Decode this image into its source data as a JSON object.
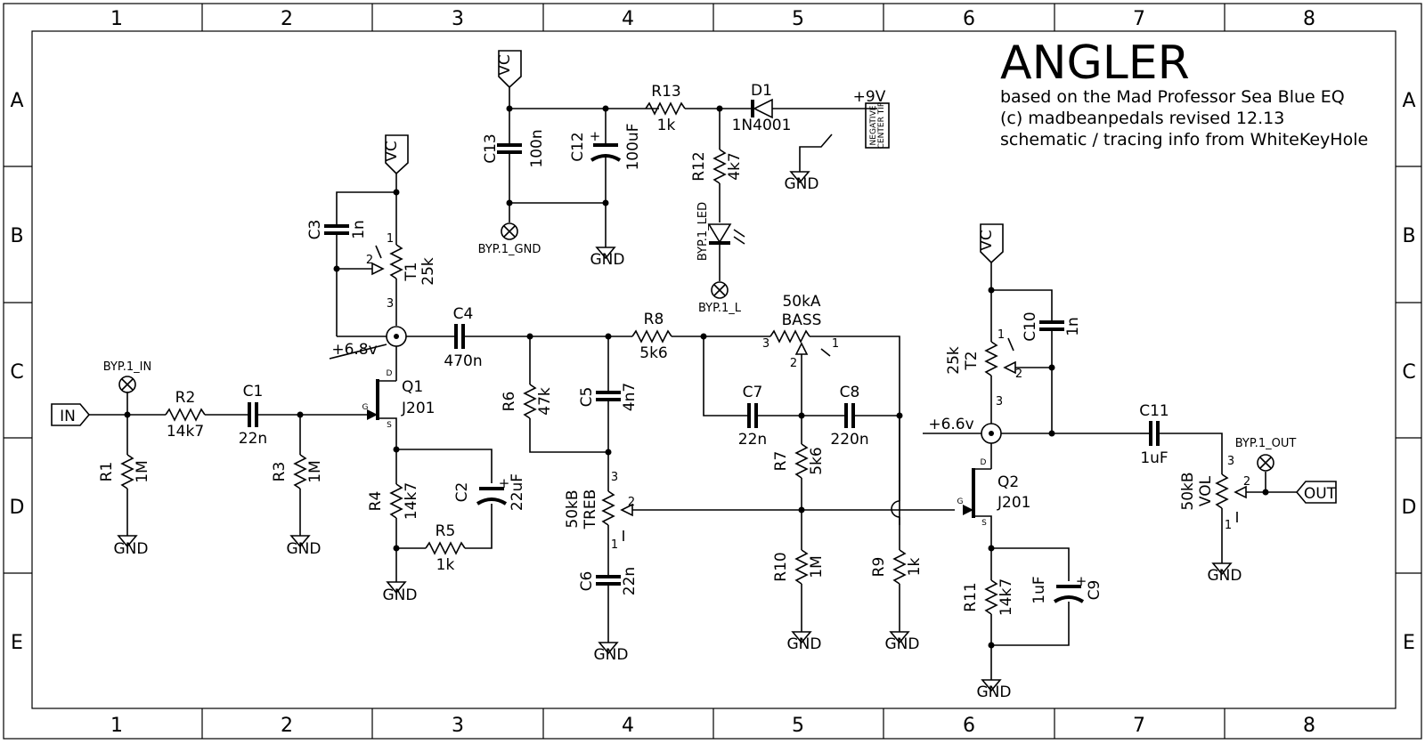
{
  "title": {
    "name": "ANGLER",
    "line1": "based on the Mad Professor Sea Blue EQ",
    "line2": "(c) madbeanpedals  revised 12.13",
    "line3": "schematic / tracing info from WhiteKeyHole"
  },
  "frame": {
    "columns": [
      "1",
      "2",
      "3",
      "4",
      "5",
      "6",
      "7",
      "8"
    ],
    "rows": [
      "A",
      "B",
      "C",
      "D",
      "E"
    ]
  },
  "labels": {
    "vc": "VC",
    "gnd": "GND",
    "in": "IN",
    "out": "OUT",
    "v9": "+9V",
    "v68": "+6.8v",
    "v66": "+6.6v",
    "neg1": "NEGATIVE",
    "neg2": "CENTER TIP",
    "byp_in": "BYP.1_IN",
    "byp_gnd": "BYP.1_GND",
    "byp_led": "BYP.1_LED",
    "byp_l": "BYP.1_L",
    "byp_out": "BYP.1_OUT",
    "pin1": "1",
    "pin2": "2",
    "pin3": "3",
    "pin_d": "D",
    "pin_g": "G",
    "pin_s": "S"
  },
  "components": {
    "R1": {
      "ref": "R1",
      "value": "1M"
    },
    "R2": {
      "ref": "R2",
      "value": "14k7"
    },
    "R3": {
      "ref": "R3",
      "value": "1M"
    },
    "R4": {
      "ref": "R4",
      "value": "14k7"
    },
    "R5": {
      "ref": "R5",
      "value": "1k"
    },
    "R6": {
      "ref": "R6",
      "value": "47k"
    },
    "R7": {
      "ref": "R7",
      "value": "5k6"
    },
    "R8": {
      "ref": "R8",
      "value": "5k6"
    },
    "R9": {
      "ref": "R9",
      "value": "1k"
    },
    "R10": {
      "ref": "R10",
      "value": "1M"
    },
    "R11": {
      "ref": "R11",
      "value": "14k7"
    },
    "R12": {
      "ref": "R12",
      "value": "4k7"
    },
    "R13": {
      "ref": "R13",
      "value": "1k"
    },
    "C1": {
      "ref": "C1",
      "value": "22n"
    },
    "C2": {
      "ref": "C2",
      "value": "22uF"
    },
    "C3": {
      "ref": "C3",
      "value": "1n"
    },
    "C4": {
      "ref": "C4",
      "value": "470n"
    },
    "C5": {
      "ref": "C5",
      "value": "4n7"
    },
    "C6": {
      "ref": "C6",
      "value": "22n"
    },
    "C7": {
      "ref": "C7",
      "value": "22n"
    },
    "C8": {
      "ref": "C8",
      "value": "220n"
    },
    "C9": {
      "ref": "C9",
      "value": "1uF"
    },
    "C10": {
      "ref": "C10",
      "value": "1n"
    },
    "C11": {
      "ref": "C11",
      "value": "1uF"
    },
    "C12": {
      "ref": "C12",
      "value": "100uF"
    },
    "C13": {
      "ref": "C13",
      "value": "100n"
    },
    "D1": {
      "ref": "D1",
      "value": "1N4001"
    },
    "Q1": {
      "ref": "Q1",
      "value": "J201"
    },
    "Q2": {
      "ref": "Q2",
      "value": "J201"
    },
    "T1": {
      "ref": "T1",
      "value": "25k"
    },
    "T2": {
      "ref": "T2",
      "value": "25k"
    },
    "BASS": {
      "ref": "BASS",
      "value": "50kA"
    },
    "TREB": {
      "ref": "TREB",
      "value": "50kB"
    },
    "VOL": {
      "ref": "VOL",
      "value": "50kB"
    }
  }
}
